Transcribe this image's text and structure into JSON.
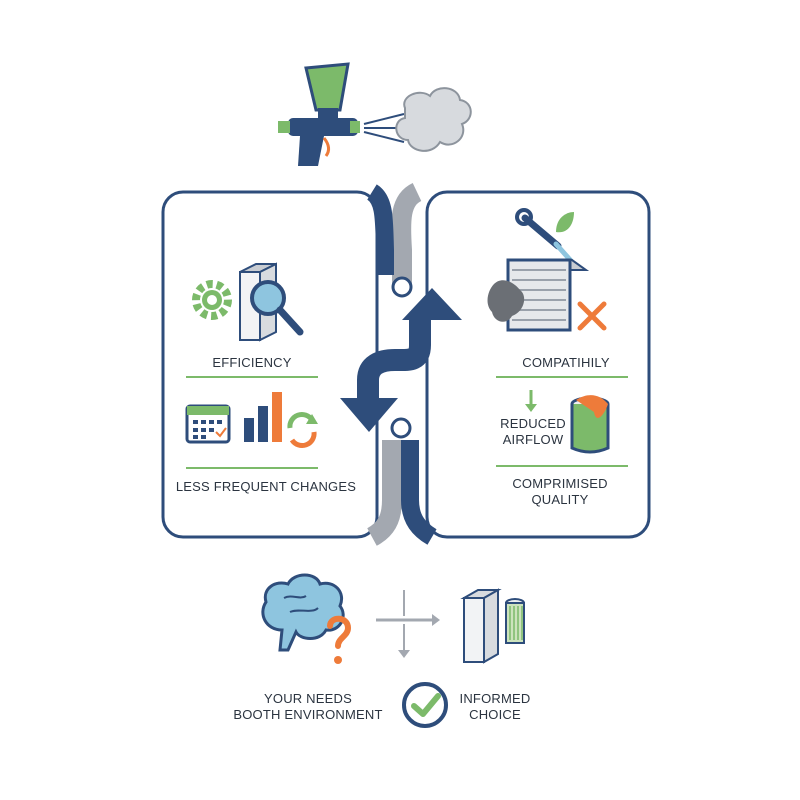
{
  "colors": {
    "navy": "#2e4d7b",
    "gray_path": "#a3a8b0",
    "green": "#7cba6a",
    "orange": "#ee7b3a",
    "brain_blue": "#8ec5df",
    "text": "#2b3440"
  },
  "left_panel": {
    "efficiency_label": "EFFICIENCY",
    "changes_label": "LESS FREQUENT CHANGES",
    "icons": [
      "gear-icon",
      "filter-panel-icon",
      "magnifier-icon",
      "calendar-icon",
      "bar-chart-icon",
      "refresh-icon"
    ]
  },
  "right_panel": {
    "compat_label": "COMPATIHILY",
    "airflow_label_line1": "REDUCED",
    "airflow_label_line2": "AIRFLOW",
    "quality_label_line1": "COMPRIMISED",
    "quality_label_line2": "QUALITY",
    "icons": [
      "wrench-icon",
      "leaf-icon",
      "clogged-filter-icon",
      "x-mark-icon",
      "down-arrow-icon",
      "paint-can-icon"
    ]
  },
  "bottom": {
    "needs_line1": "YOUR NEEDS",
    "needs_line2": "BOOTH ENVIRONMENT",
    "choice_line1": "INFORMED",
    "choice_line2": "CHOICE",
    "icons": [
      "brain-icon",
      "question-mark-icon",
      "direction-arrows-icon",
      "filter-options-icon",
      "check-circle-icon"
    ]
  },
  "top": {
    "icons": [
      "spray-gun-icon",
      "spray-cloud-icon"
    ]
  }
}
